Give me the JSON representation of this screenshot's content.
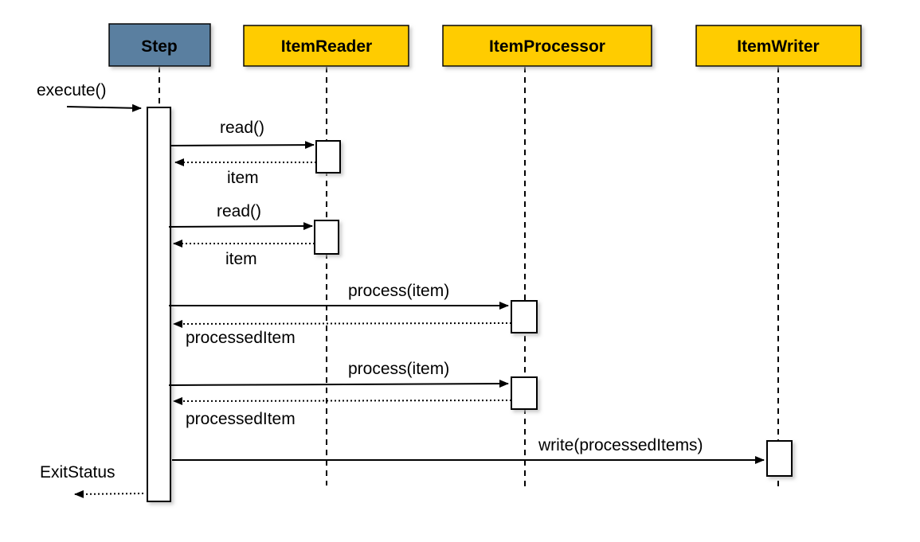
{
  "colors": {
    "step": "#5a7fa0",
    "component": "#ffcc00",
    "shadow": "#c8c8c8"
  },
  "participants": [
    {
      "id": "step",
      "label": "Step"
    },
    {
      "id": "reader",
      "label": "ItemReader"
    },
    {
      "id": "processor",
      "label": "ItemProcessor"
    },
    {
      "id": "writer",
      "label": "ItemWriter"
    }
  ],
  "messages": {
    "execute": "execute()",
    "read_1": "read()",
    "item_1": "item",
    "read_2": "read()",
    "item_2": "item",
    "process_1": "process(item)",
    "processed_1": "processedItem",
    "process_2": "process(item)",
    "processed_2": "processedItem",
    "write": "write(processedItems)",
    "exit_status": "ExitStatus"
  }
}
